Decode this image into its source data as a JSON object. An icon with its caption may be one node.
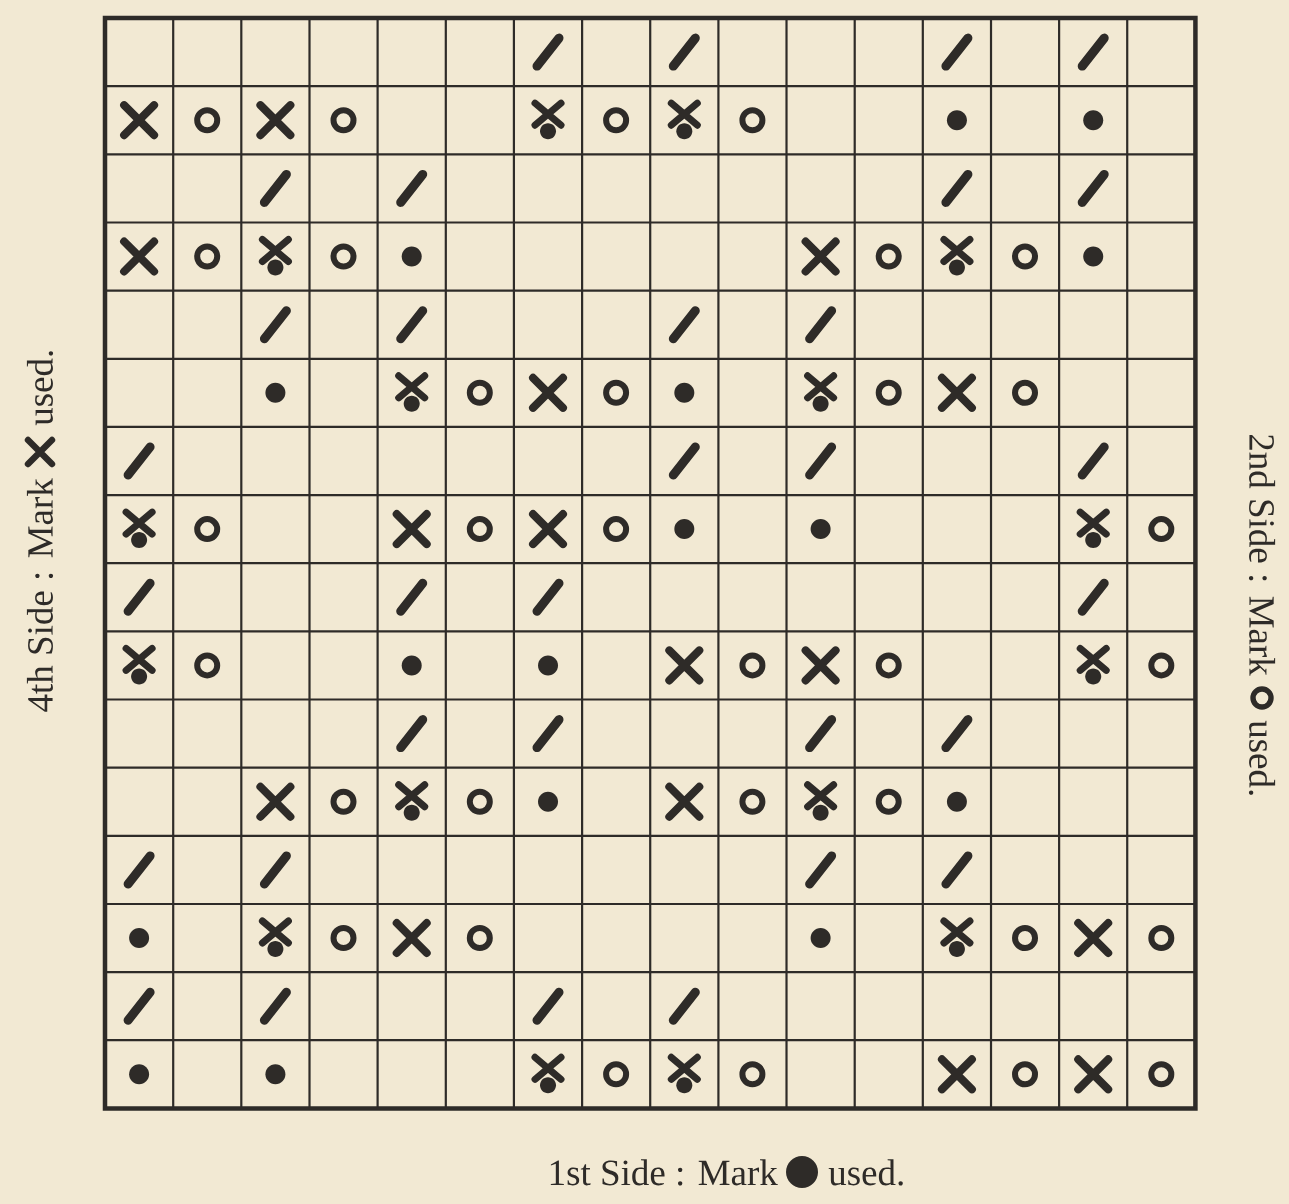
{
  "diagram": {
    "labels": [
      "4th Side :  Mark",
      "used.",
      "2nd Side :  Mark",
      "used.",
      "1st Side :  Mark",
      "used."
    ]
  }
}
